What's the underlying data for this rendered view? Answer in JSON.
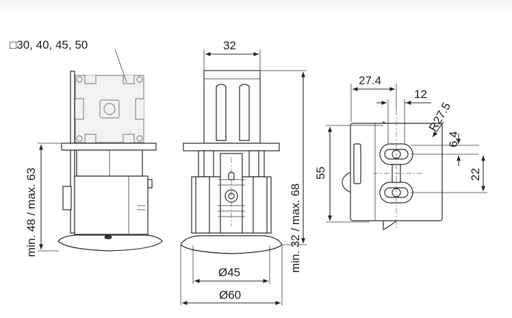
{
  "dimensions": {
    "profile_sizes": "□30, 40, 45, 50",
    "height_range_left": "min. 48 / max. 63",
    "top_width": "32",
    "height_range_middle": "min. 32 / max. 68",
    "diameter_inner": "Ø45",
    "diameter_outer": "Ø60",
    "depth": "27.4",
    "slot_width": "12",
    "radius": "R27.5",
    "slot_offset": "6.4",
    "slot_spacing": "22",
    "total_height": "55"
  }
}
